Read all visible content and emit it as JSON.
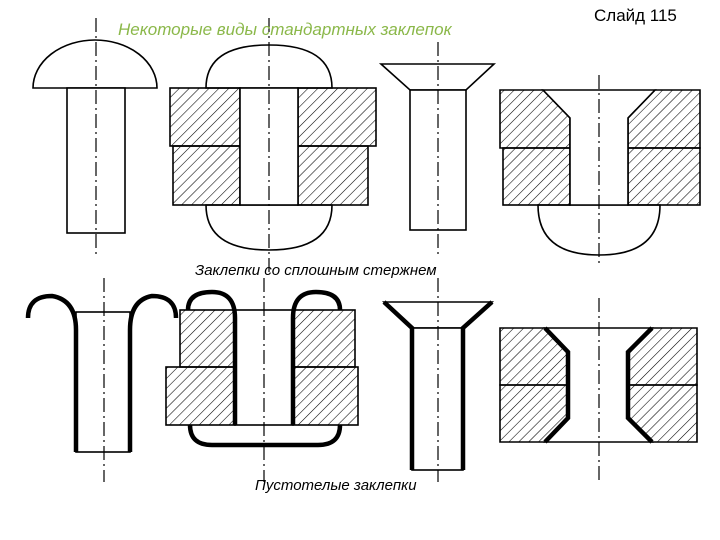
{
  "slide": {
    "title": "Некоторые виды стандартных заклепок",
    "slide_number": "Слайд 115",
    "title_color": "#8bb84a"
  },
  "captions": {
    "solid": "Заклепки со сплошным стержнем",
    "hollow": "Пустотелые заклепки"
  }
}
